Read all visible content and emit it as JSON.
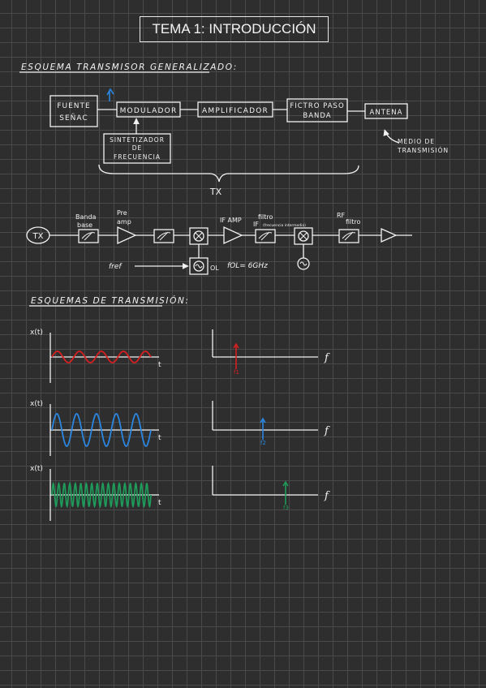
{
  "title": "TEMA 1: INTRODUCCIÓN",
  "section1": "ESQUEMA TRANSMISOR GENERALIZADO:",
  "blocks": {
    "fuente_l1": "FUENTE",
    "fuente_l2": "SEÑAC",
    "modulador": "MODULADOR",
    "amplificador": "AMPLIFICADOR",
    "filtro_l1": "FICTRO PASO",
    "filtro_l2": "BANDA",
    "antena": "ANTENA",
    "sint_l1": "SINTETIZADOR",
    "sint_l2": "DE",
    "sint_l3": "FRECUENCIA",
    "medio_l1": "MEDIO DE",
    "medio_l2": "TRANSMISIÓN",
    "tx_brace": "TX"
  },
  "chain": {
    "tx": "TX",
    "banda_base_l1": "Banda",
    "banda_base_l2": "base",
    "pre_amp_l1": "Pre",
    "pre_amp_l2": "amp",
    "if_amp": "IF AMP",
    "filtro_if_l1": "filtro",
    "filtro_if_l2": "IF",
    "filtro_if_note": "(frecuencia intermedia)",
    "rf_filtro_l1": "RF",
    "rf_filtro_l2": "filtro",
    "fref": "fref",
    "ol": "OL",
    "fol": "fOL= 6GHz"
  },
  "section2": "ESQUEMAS DE TRANSMISIÓN:",
  "plots": [
    {
      "ylabel": "x(t)",
      "xlabel": "t",
      "freq_label": "f",
      "spike_label": "f1",
      "color": "#d42020"
    },
    {
      "ylabel": "x(t)",
      "xlabel": "t",
      "freq_label": "f",
      "spike_label": "f2",
      "color": "#2a86e0"
    },
    {
      "ylabel": "x(t)",
      "xlabel": "t",
      "freq_label": "f",
      "spike_label": "f3",
      "color": "#1f9a5a"
    }
  ],
  "colors": {
    "ink": "#f2f2f2",
    "red": "#d42020",
    "blue": "#2a86e0",
    "green": "#1f9a5a"
  }
}
